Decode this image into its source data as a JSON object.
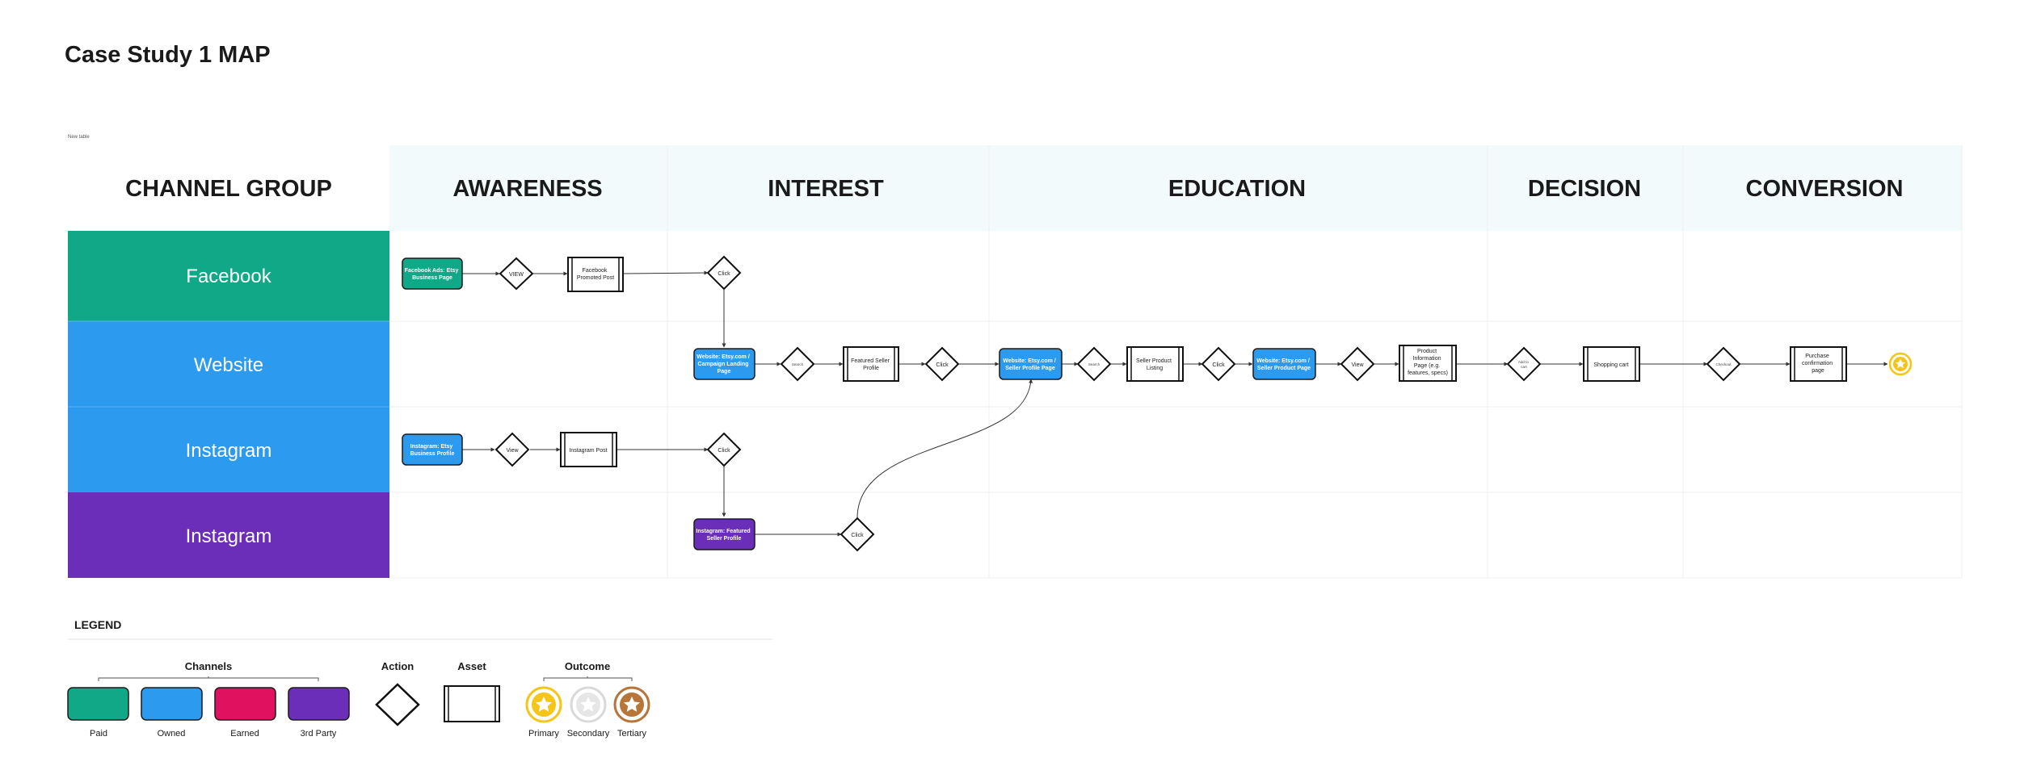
{
  "title": "Case Study 1 MAP",
  "table_tag": "New table",
  "colors": {
    "paid": "#10A886",
    "owned": "#2C9AEF",
    "earned": "#E0115F",
    "third_party": "#6A2EB8",
    "header_bg": "#F2FAFC",
    "primary_outcome": "#F5C518",
    "secondary_outcome": "#D9D9D9",
    "tertiary_outcome": "#B7753A"
  },
  "headers": {
    "channel_group": "CHANNEL GROUP",
    "awareness": "AWARENESS",
    "interest": "INTEREST",
    "education": "EDUCATION",
    "decision": "DECISION",
    "conversion": "CONVERSION"
  },
  "rows": {
    "r1": "Facebook",
    "r2": "Website",
    "r3": "Instagram",
    "r4": "Instagram"
  },
  "nodes": {
    "fb_ads": [
      "Facebook Ads: Etsy",
      "Business Page"
    ],
    "fb_view": "VIEW",
    "fb_post": [
      "Facebook",
      "Promoted Post"
    ],
    "fb_click": "Click",
    "web_landing": [
      "Website: Etsy.com /",
      "Campaign Landing",
      "Page"
    ],
    "web_search1": "Search",
    "web_featured": [
      "Featured Seller",
      "Profile"
    ],
    "web_click1": "Click",
    "web_seller": [
      "Website: Etsy.com /",
      "Seller Profile Page"
    ],
    "web_search2": "Search",
    "web_listing": [
      "Seller Product",
      "Listing"
    ],
    "web_click2": "Click",
    "web_product": [
      "Website: Etsy.com /",
      "Seller Product Page"
    ],
    "web_view": "View",
    "web_info": [
      "Product",
      "Information",
      "Page (e.g.",
      "features, specs)"
    ],
    "web_addcart": [
      "Add to",
      "cart"
    ],
    "web_cart": "Shopping cart",
    "web_checkout": "Checkout",
    "web_confirm": [
      "Purchase",
      "confirmation",
      "page"
    ],
    "ig_profile": [
      "Instagram: Etsy",
      "Business Profile"
    ],
    "ig_view": "View",
    "ig_post": "Instagram Post",
    "ig_click": "Click",
    "ig3_featured": [
      "Instagram: Featured",
      "Seller Profile"
    ],
    "ig3_click": "Click"
  },
  "legend": {
    "title": "LEGEND",
    "channels": "Channels",
    "action": "Action",
    "asset": "Asset",
    "outcome": "Outcome",
    "paid": "Paid",
    "owned": "Owned",
    "earned": "Earned",
    "third_party": "3rd Party",
    "primary": "Primary",
    "secondary": "Secondary",
    "tertiary": "Tertiary"
  },
  "icons": {
    "outcome": "star-icon"
  }
}
